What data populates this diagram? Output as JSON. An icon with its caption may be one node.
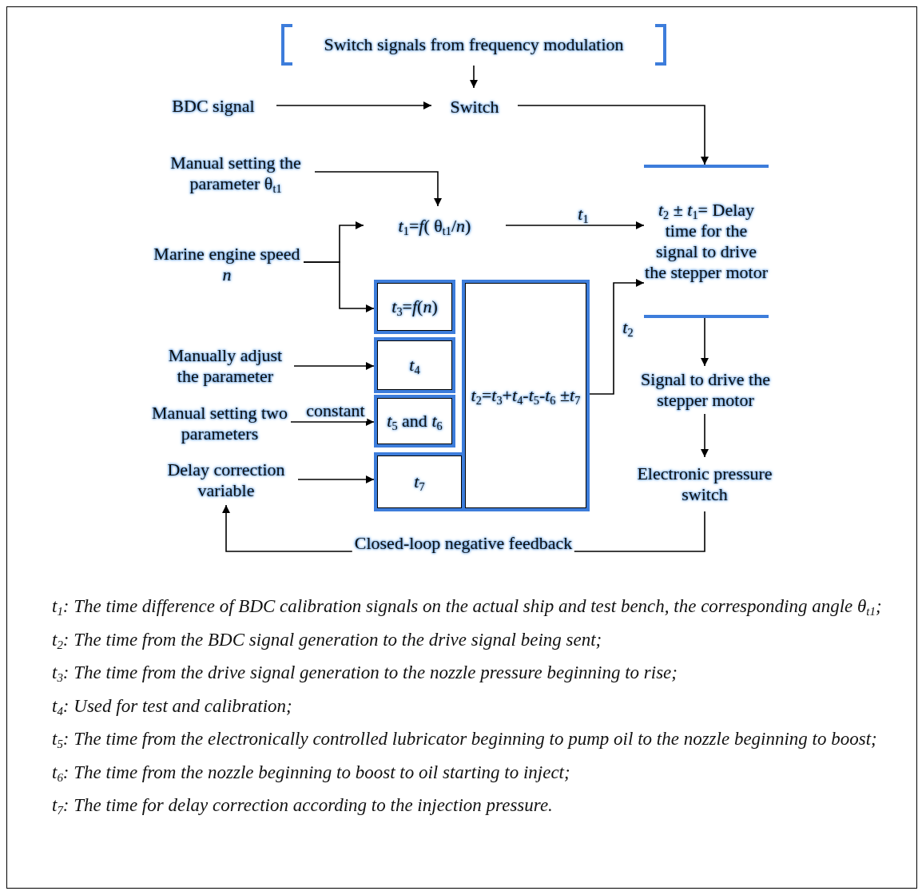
{
  "diagram": {
    "nodes": [
      {
        "text": [
          "Switch signals from frequency modulation"
        ]
      },
      {
        "text": [
          "BDC signal"
        ]
      },
      {
        "text": [
          "Switch"
        ]
      },
      {
        "text": [
          "*t*$_{2}$ ± *t*$_{1}$= Delay time for the signal to drive the stepper motor"
        ]
      },
      {
        "text": [
          "Manual setting the parameter θ$_{t1}$"
        ]
      },
      {
        "text": [
          "*t*$_{1}$=*f*( θ$_{t1}$/*n*)"
        ]
      },
      {
        "text": [
          "Marine engine speed *n*"
        ]
      },
      {
        "text": [
          "*t*$_{3}$=*f*(*n*)"
        ]
      },
      {
        "text": [
          "*t*$_{2}$=*t*$_{3}$+*t*$_{4}$-*t*$_{5}$-*t*$_{6}$ ±*t*$_{7}$"
        ]
      },
      {
        "text": [
          "Manually adjust the parameter"
        ]
      },
      {
        "text": [
          "*t*$_{4}$"
        ]
      },
      {
        "text": [
          "Manual setting two parameters"
        ]
      },
      {
        "text": [
          "*t*$_{5}$ and *t*$_{6}$"
        ]
      },
      {
        "text": [
          "Delay correction variable"
        ]
      },
      {
        "text": [
          "*t*$_{7}$"
        ]
      },
      {
        "text": [
          "Signal to drive the stepper motor"
        ]
      },
      {
        "text": [
          "Electronic pressure switch"
        ]
      }
    ],
    "edges": [
      {
        "from": 0,
        "to": 2,
        "arrow": "to"
      },
      {
        "from": 1,
        "to": 2,
        "arrow": "to"
      },
      {
        "from": 2,
        "to": 3,
        "arrow": "to"
      },
      {
        "from": 4,
        "to": 5,
        "arrow": "to"
      },
      {
        "from": 6,
        "to": 5,
        "arrow": "to"
      },
      {
        "from": 6,
        "to": 7,
        "arrow": "to"
      },
      {
        "from": 5,
        "to": 3,
        "arrow": "to",
        "label": "*t*$_{1}$"
      },
      {
        "from": 9,
        "to": 10,
        "arrow": "to"
      },
      {
        "from": 11,
        "to": 12,
        "arrow": "to",
        "label": "constant"
      },
      {
        "from": 13,
        "to": 14,
        "arrow": "to"
      },
      {
        "from": 8,
        "to": 3,
        "arrow": "to",
        "label": "*t*$_{2}$"
      },
      {
        "from": 3,
        "to": 15,
        "arrow": "to"
      },
      {
        "from": 15,
        "to": 16,
        "arrow": "to"
      },
      {
        "from": 16,
        "to": 13,
        "arrow": "to",
        "label": "Closed-loop negative feedback"
      }
    ],
    "labels": [
      "t$_{1}$: The time difference of BDC calibration signals on the actual ship and test bench, the corresponding angle θ$_{t1}$;",
      "t$_{2}$: The time from the BDC signal generation to the drive signal being sent;",
      "t$_{3}$: The time from the drive signal generation to the nozzle pressure beginning to rise;",
      "t$_{4}$: Used for test and calibration;",
      "t$_{5}$: The time from the electronically controlled lubricator beginning to pump oil to the nozzle beginning to boost;",
      "t$_{6}$: The time from the nozzle beginning to boost to oil starting to inject;",
      "t$_{7}$: The time for delay correction according to the injection pressure."
    ]
  }
}
